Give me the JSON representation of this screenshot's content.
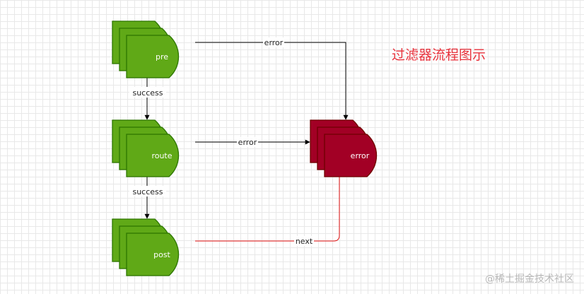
{
  "title": "过滤器流程图示",
  "watermark": "@稀土掘金技术社区",
  "colors": {
    "green_fill": "#60a917",
    "green_stroke": "#2d7600",
    "red_fill": "#a20025",
    "red_stroke": "#6f0000",
    "edge": "#000000",
    "next_edge": "#e01010",
    "title": "#e8323c"
  },
  "nodes": {
    "pre": "pre",
    "route": "route",
    "post": "post",
    "error": "error"
  },
  "edges": {
    "pre_route": "success",
    "route_post": "success",
    "pre_error": "error",
    "route_error": "error",
    "post_error": "next"
  }
}
